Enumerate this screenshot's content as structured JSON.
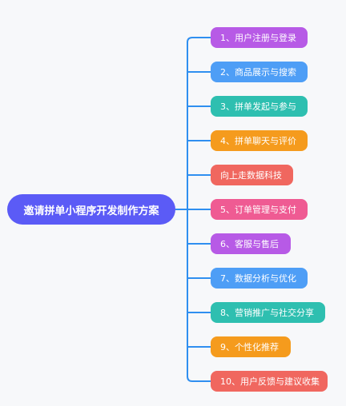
{
  "root": {
    "label": "邀请拼单小程序开发制作方案",
    "color": "#5b5bf6"
  },
  "line_color": "#2f8ff0",
  "branches": [
    {
      "label": "1、用户注册与登录",
      "color": "#b75ae6"
    },
    {
      "label": "2、商品展示与搜索",
      "color": "#4e9ef6"
    },
    {
      "label": "3、拼单发起与参与",
      "color": "#2ebfb0"
    },
    {
      "label": "4、拼单聊天与评价",
      "color": "#f59b1d"
    },
    {
      "label": "向上走数据科技",
      "color": "#f0675f"
    },
    {
      "label": "5、订单管理与支付",
      "color": "#ef5b93"
    },
    {
      "label": "6、客服与售后",
      "color": "#b75ae6"
    },
    {
      "label": "7、数据分析与优化",
      "color": "#4e9ef6"
    },
    {
      "label": "8、营销推广与社交分享",
      "color": "#2ebfb0"
    },
    {
      "label": "9、个性化推荐",
      "color": "#f59b1d"
    },
    {
      "label": "10、用户反馈与建议收集",
      "color": "#f0675f"
    }
  ]
}
